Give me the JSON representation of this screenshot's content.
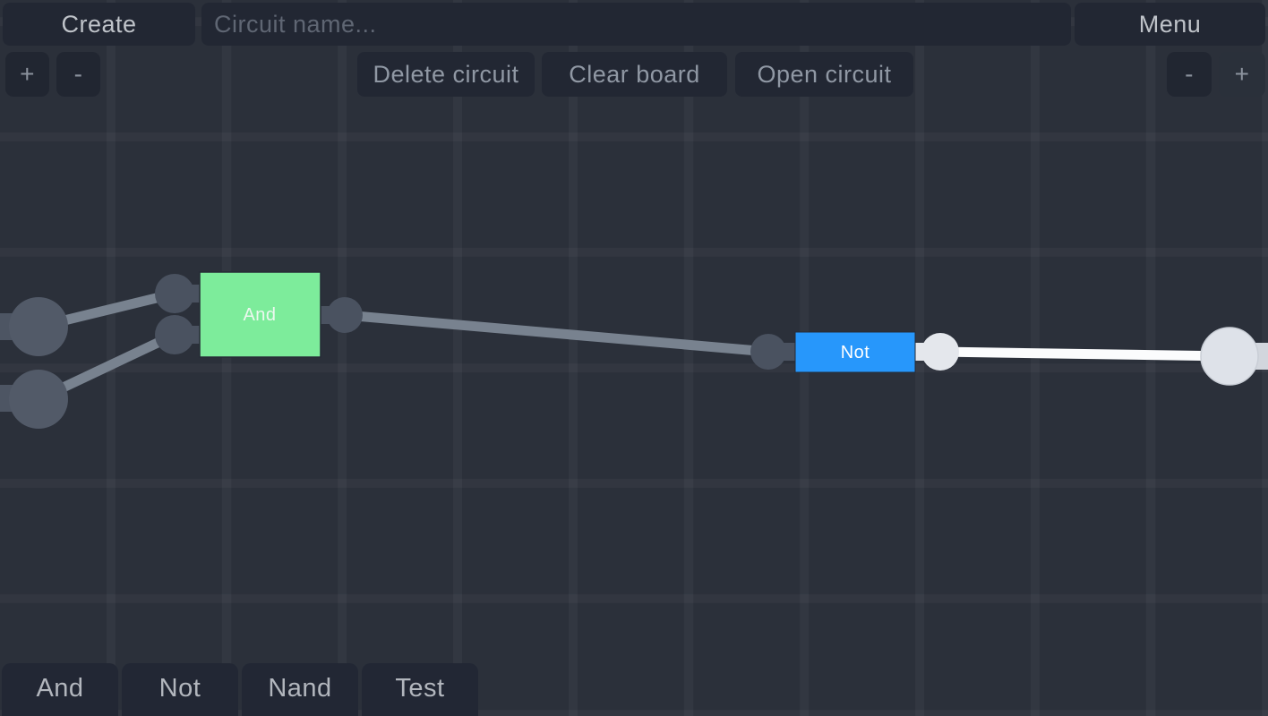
{
  "top_bar": {
    "create_label": "Create",
    "circuit_name_placeholder": "Circuit name...",
    "menu_label": "Menu"
  },
  "toolbar": {
    "zoom_in_label": "+",
    "zoom_out_label": "-",
    "delete_circuit_label": "Delete circuit",
    "clear_board_label": "Clear board",
    "open_circuit_label": "Open circuit"
  },
  "palette": {
    "items": [
      {
        "label": "And"
      },
      {
        "label": "Not"
      },
      {
        "label": "Nand"
      },
      {
        "label": "Test"
      }
    ]
  },
  "circuit": {
    "and_gate": {
      "label": "And",
      "color": "#7dec9b",
      "state": "off"
    },
    "not_gate": {
      "label": "Not",
      "color": "#2797fb",
      "state_output": "on"
    },
    "input_nodes_count": 2,
    "output_nodes_count": 1
  },
  "colors": {
    "canvas_background": "#2b303a",
    "button_background": "#222733",
    "and_gate_green": "#7dec9b",
    "not_gate_blue": "#2797fb",
    "wire_off_gray": "#78828f",
    "wire_on_white": "#fbfcfd",
    "node_off_fill": "#525a68",
    "pin_off_fill": "#4a5260",
    "pin_on_fill": "#e4e7ec",
    "node_on_fill": "#dee2e9"
  }
}
